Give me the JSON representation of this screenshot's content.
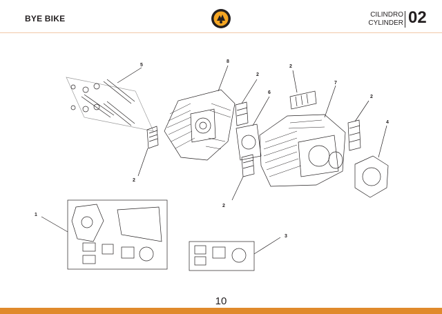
{
  "header": {
    "brand": "BYE BIKE",
    "logo_icon": "bye-bike-logo-icon",
    "section_title_es": "CILINDRO",
    "section_title_en": "CYLINDER",
    "section_number": "02"
  },
  "diagram": {
    "callouts": [
      "5",
      "8",
      "2",
      "6",
      "2",
      "7",
      "2",
      "4",
      "2",
      "2",
      "1",
      "3"
    ]
  },
  "footer": {
    "page_number": "10",
    "accent_color": "#e08a2c"
  }
}
